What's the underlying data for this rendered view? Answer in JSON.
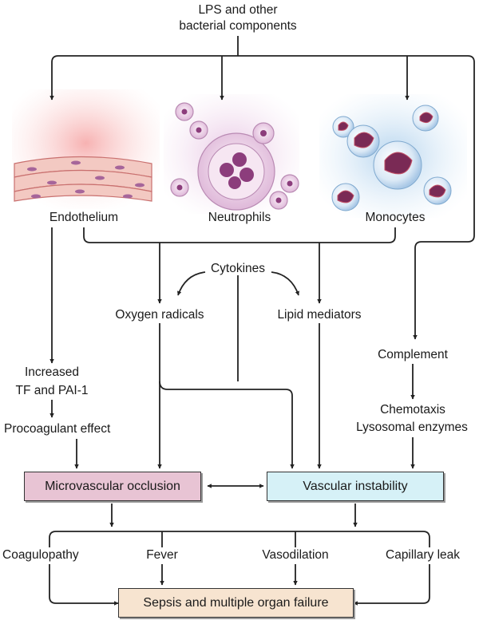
{
  "source": {
    "line1": "LPS and other",
    "line2": "bacterial components"
  },
  "cells": {
    "endothelium": "Endothelium",
    "neutrophils": "Neutrophils",
    "monocytes": "Monocytes"
  },
  "mediators": {
    "cytokines": "Cytokines",
    "oxygen_radicals": "Oxygen radicals",
    "lipid_mediators": "Lipid mediators",
    "complement": "Complement",
    "chemotaxis": "Chemotaxis",
    "lysosomal_enzymes": "Lysosomal enzymes",
    "increased": "Increased",
    "tf_pai": "TF and PAI-1",
    "procoagulant": "Procoagulant effect"
  },
  "boxes": {
    "microvascular": "Microvascular occlusion",
    "vascular": "Vascular instability",
    "sepsis": "Sepsis and multiple organ failure"
  },
  "outcomes": {
    "coagulopathy": "Coagulopathy",
    "fever": "Fever",
    "vasodilation": "Vasodilation",
    "capillary_leak": "Capillary leak"
  },
  "colors": {
    "microvascular_fill": "#e8c4d4",
    "vascular_fill": "#d6f1f7",
    "sepsis_fill": "#f7e4d0",
    "line": "#222222"
  }
}
